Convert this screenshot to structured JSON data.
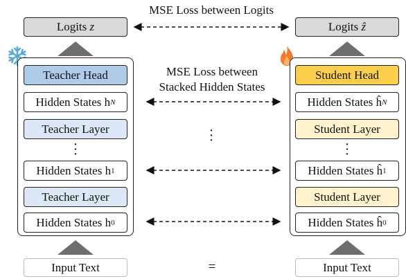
{
  "colors": {
    "teacher_head": "#aecbea",
    "teacher_layer": "#dce8f5",
    "student_head": "#fbcf4c",
    "student_layer": "#fff2cc",
    "neutral_box": "#d9d9d9",
    "snowflake": "#5aa8d8",
    "flame": "#f47a2f"
  },
  "top": {
    "title": "MSE Loss between Logits",
    "teacher_logits_text": "Logits ",
    "teacher_logits_var": "z",
    "student_logits_text": "Logits ",
    "student_logits_var": "ẑ"
  },
  "middle": {
    "mse_label_line1": "MSE Loss between",
    "mse_label_line2": "Stacked Hidden States",
    "equals": "="
  },
  "teacher": {
    "head": "Teacher Head",
    "hidden_n": "Hidden States h",
    "hidden_n_sub": "N",
    "layer_top": "Teacher Layer",
    "hidden_1": "Hidden States h",
    "hidden_1_sub": "1",
    "layer_bottom": "Teacher Layer",
    "hidden_0": "Hidden States h",
    "hidden_0_sub": "0",
    "input": "Input Text",
    "icon": "snowflake-icon"
  },
  "student": {
    "head": "Student Head",
    "hidden_n": "Hidden States ĥ",
    "hidden_n_sub": "N",
    "layer_top": "Student Layer",
    "hidden_1": "Hidden States ĥ",
    "hidden_1_sub": "1",
    "layer_bottom": "Student Layer",
    "hidden_0": "Hidden States ĥ",
    "hidden_0_sub": "0",
    "input": "Input Text",
    "icon": "flame-icon"
  }
}
